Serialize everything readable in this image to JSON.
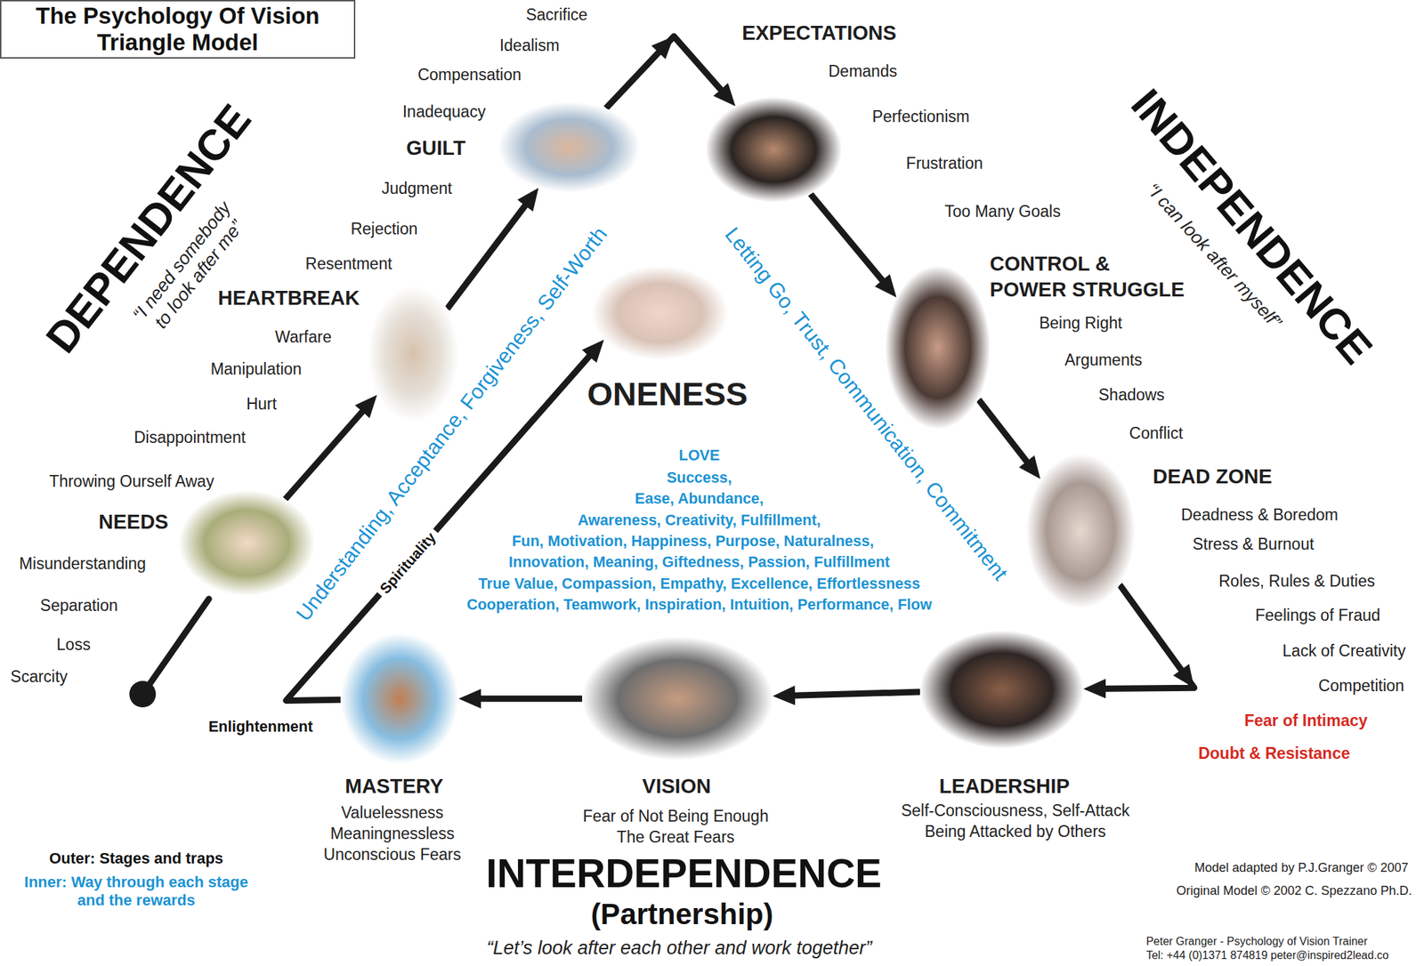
{
  "diagram": {
    "title": "The Psychology Of Vision Triangle Model",
    "nodes": [
      {
        "text": [
          "NEEDS"
        ]
      },
      {
        "text": [
          "HEARTBREAK"
        ]
      },
      {
        "text": [
          "GUILT"
        ]
      },
      {
        "text": [
          "EXPECTATIONS"
        ]
      },
      {
        "text": [
          "CONTROL & POWER STRUGGLE"
        ]
      },
      {
        "text": [
          "DEAD ZONE"
        ]
      },
      {
        "text": [
          "LEADERSHIP"
        ]
      },
      {
        "text": [
          "VISION"
        ]
      },
      {
        "text": [
          "MASTERY"
        ]
      },
      {
        "text": [
          "ONENESS"
        ]
      }
    ],
    "edges": [
      {
        "from": 0,
        "to": 1,
        "arrow": "to"
      },
      {
        "from": 1,
        "to": 2,
        "arrow": "to"
      },
      {
        "from": 2,
        "to": 3,
        "arrow": "to"
      },
      {
        "from": 3,
        "to": 4,
        "arrow": "to"
      },
      {
        "from": 4,
        "to": 5,
        "arrow": "to"
      },
      {
        "from": 5,
        "to": 6,
        "arrow": "to"
      },
      {
        "from": 6,
        "to": 7,
        "arrow": "to"
      },
      {
        "from": 7,
        "to": 8,
        "arrow": "to"
      },
      {
        "from": 8,
        "to": 9,
        "arrow": "to"
      }
    ],
    "labels": [
      "Sacrifice",
      "Idealism",
      "Compensation",
      "Inadequacy",
      "Judgment",
      "Rejection",
      "Resentment",
      "Warfare",
      "Manipulation",
      "Hurt",
      "Disappointment",
      "Throwing Ourself Away",
      "Misunderstanding",
      "Separation",
      "Loss",
      "Scarcity",
      "Demands",
      "Perfectionism",
      "Frustration",
      "Too Many Goals",
      "Being Right",
      "Arguments",
      "Shadows",
      "Conflict",
      "Deadness & Boredom",
      "Stress & Burnout",
      "Roles, Rules & Duties",
      "Feelings of Fraud",
      "Lack of Creativity",
      "Competition",
      "Fear of Intimacy",
      "Doubt & Resistance",
      "Self-Consciousness, Self-Attack",
      "Being Attacked by Others",
      "Fear of Not Being Enough",
      "The Great Fears",
      "Valuelessness",
      "Meaningnessless",
      "Unconscious Fears",
      "DEPENDENCE",
      "“I need somebody to look after me”",
      "INDEPENDENCE",
      "“I can look after myself”",
      "LOVE",
      "Success,",
      "Ease, Abundance,",
      "Awareness, Creativity, Fulfillment,",
      "Fun, Motivation, Happiness, Purpose, Naturalness,",
      "Innovation, Meaning, Giftedness, Passion, Fulfillment",
      "True Value, Compassion, Empathy, Excellence, Effortlessness",
      "Cooperation, Teamwork, Inspiration, Intuition, Performance, Flow",
      "Understanding, Acceptance, Forgiveness, Self-Worth",
      "Letting Go, Trust, Communication, Commitment",
      "Spirituality",
      "Enlightenment",
      "INTERDEPENDENCE",
      "(Partnership)",
      "“Let’s look after each other and work together”",
      "Outer: Stages and traps",
      "Inner: Way through each stage and the rewards",
      "Model adapted by P.J.Granger © 2007",
      "Original Model © 2002 C. Spezzano Ph.D.",
      "Peter Granger - Psychology of Vision Trainer",
      "Tel: +44 (0)1371 874819 peter@inspired2lead.co"
    ]
  }
}
